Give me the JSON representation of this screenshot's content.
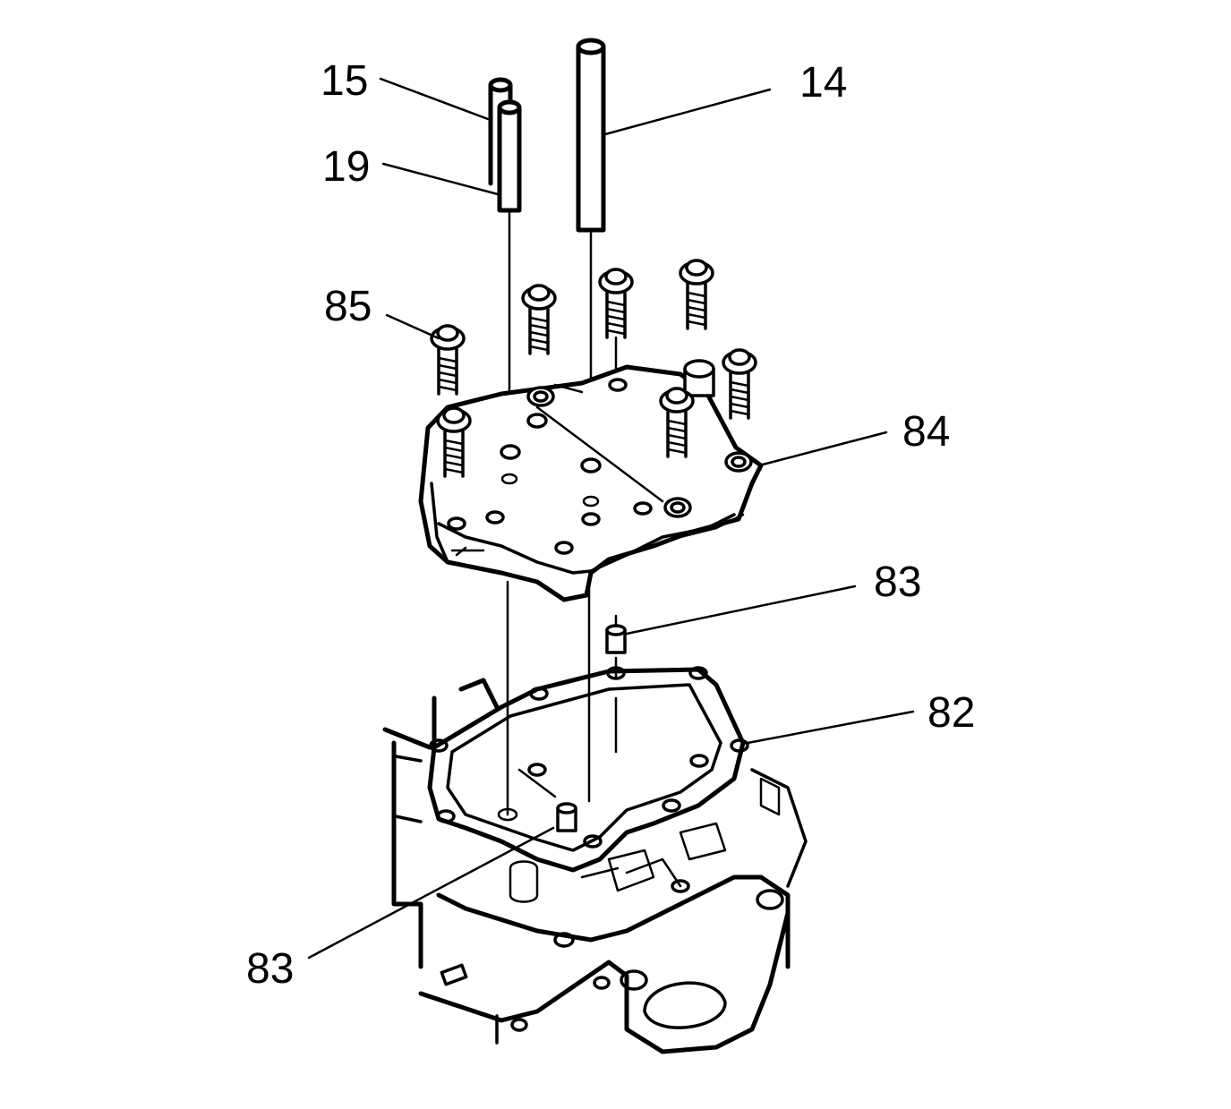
{
  "callouts": {
    "c15": "15",
    "c19": "19",
    "c14": "14",
    "c85": "85",
    "c84": "84",
    "c83_upper": "83",
    "c82": "82",
    "c83_lower": "83"
  },
  "colors": {
    "ink": "#000000",
    "paper": "#ffffff"
  }
}
